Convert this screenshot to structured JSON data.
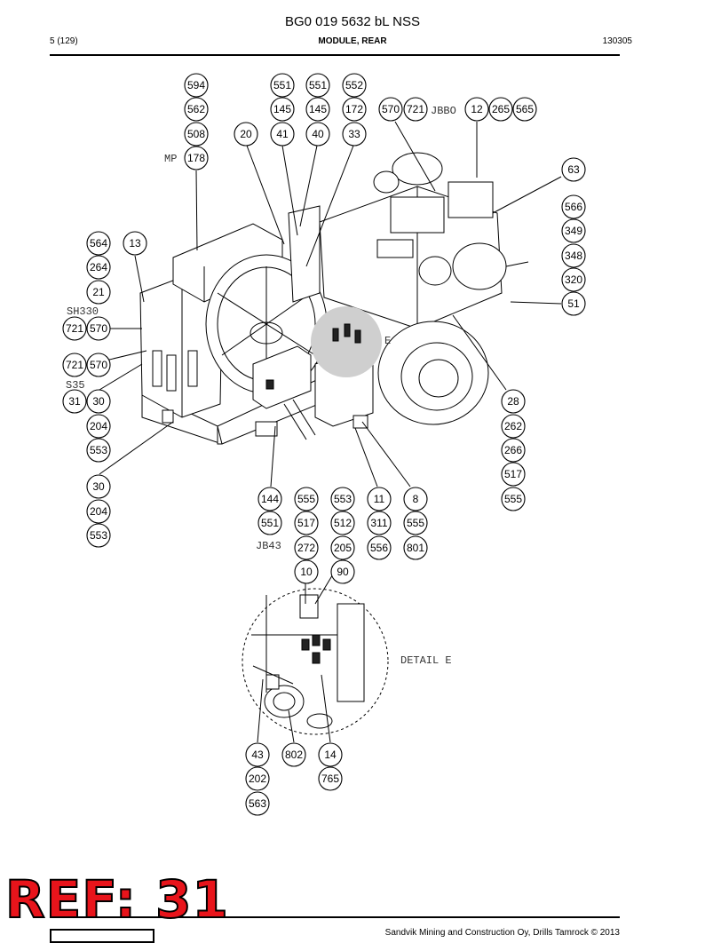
{
  "header": {
    "doc_title": "BG0 019 5632 bL NSS",
    "page_ref": "5 (129)",
    "section": "MODULE, REAR",
    "code": "130305"
  },
  "callouts": [
    {
      "id": "c594",
      "label": "594"
    },
    {
      "id": "c562",
      "label": "562"
    },
    {
      "id": "c508",
      "label": "508"
    },
    {
      "id": "c178",
      "label": "178"
    },
    {
      "id": "c551a",
      "label": "551"
    },
    {
      "id": "c145a",
      "label": "145"
    },
    {
      "id": "c41",
      "label": "41"
    },
    {
      "id": "c551b",
      "label": "551"
    },
    {
      "id": "c145b",
      "label": "145"
    },
    {
      "id": "c40",
      "label": "40"
    },
    {
      "id": "c552",
      "label": "552"
    },
    {
      "id": "c172",
      "label": "172"
    },
    {
      "id": "c33",
      "label": "33"
    },
    {
      "id": "c20",
      "label": "20"
    },
    {
      "id": "c570a",
      "label": "570"
    },
    {
      "id": "c721a",
      "label": "721"
    },
    {
      "id": "c12",
      "label": "12"
    },
    {
      "id": "c265",
      "label": "265"
    },
    {
      "id": "c565",
      "label": "565"
    },
    {
      "id": "c63",
      "label": "63"
    },
    {
      "id": "c566",
      "label": "566"
    },
    {
      "id": "c349",
      "label": "349"
    },
    {
      "id": "c348",
      "label": "348"
    },
    {
      "id": "c320",
      "label": "320"
    },
    {
      "id": "c51",
      "label": "51"
    },
    {
      "id": "c564",
      "label": "564"
    },
    {
      "id": "c13",
      "label": "13"
    },
    {
      "id": "c264",
      "label": "264"
    },
    {
      "id": "c21",
      "label": "21"
    },
    {
      "id": "c721b",
      "label": "721"
    },
    {
      "id": "c570b",
      "label": "570"
    },
    {
      "id": "c721c",
      "label": "721"
    },
    {
      "id": "c570c",
      "label": "570"
    },
    {
      "id": "c31",
      "label": "31"
    },
    {
      "id": "c30a",
      "label": "30"
    },
    {
      "id": "c204a",
      "label": "204"
    },
    {
      "id": "c553a",
      "label": "553"
    },
    {
      "id": "c30b",
      "label": "30"
    },
    {
      "id": "c204b",
      "label": "204"
    },
    {
      "id": "c553b",
      "label": "553"
    },
    {
      "id": "c28",
      "label": "28"
    },
    {
      "id": "c262",
      "label": "262"
    },
    {
      "id": "c266",
      "label": "266"
    },
    {
      "id": "c517a",
      "label": "517"
    },
    {
      "id": "c555a",
      "label": "555"
    },
    {
      "id": "c144",
      "label": "144"
    },
    {
      "id": "c551c",
      "label": "551"
    },
    {
      "id": "c555b",
      "label": "555"
    },
    {
      "id": "c517b",
      "label": "517"
    },
    {
      "id": "c272",
      "label": "272"
    },
    {
      "id": "c10",
      "label": "10"
    },
    {
      "id": "c553c",
      "label": "553"
    },
    {
      "id": "c512",
      "label": "512"
    },
    {
      "id": "c205",
      "label": "205"
    },
    {
      "id": "c90",
      "label": "90"
    },
    {
      "id": "c11",
      "label": "11"
    },
    {
      "id": "c311",
      "label": "311"
    },
    {
      "id": "c556",
      "label": "556"
    },
    {
      "id": "c8",
      "label": "8"
    },
    {
      "id": "c555c",
      "label": "555"
    },
    {
      "id": "c801",
      "label": "801"
    },
    {
      "id": "c43",
      "label": "43"
    },
    {
      "id": "c202",
      "label": "202"
    },
    {
      "id": "c563",
      "label": "563"
    },
    {
      "id": "c802",
      "label": "802"
    },
    {
      "id": "c14",
      "label": "14"
    },
    {
      "id": "c765",
      "label": "765"
    }
  ],
  "drawing_labels": {
    "mp": "MP",
    "jbbo": "JBBO",
    "sh330": "SH330",
    "s35": "S35",
    "e": "E",
    "jb43": "JB43",
    "detail_e": "DETAIL E"
  },
  "stamp": {
    "text": "REF: 31",
    "color": "#e8141b"
  },
  "footer": {
    "text": "Sandvik Mining and Construction Oy, Drills Tamrock © 2013"
  }
}
